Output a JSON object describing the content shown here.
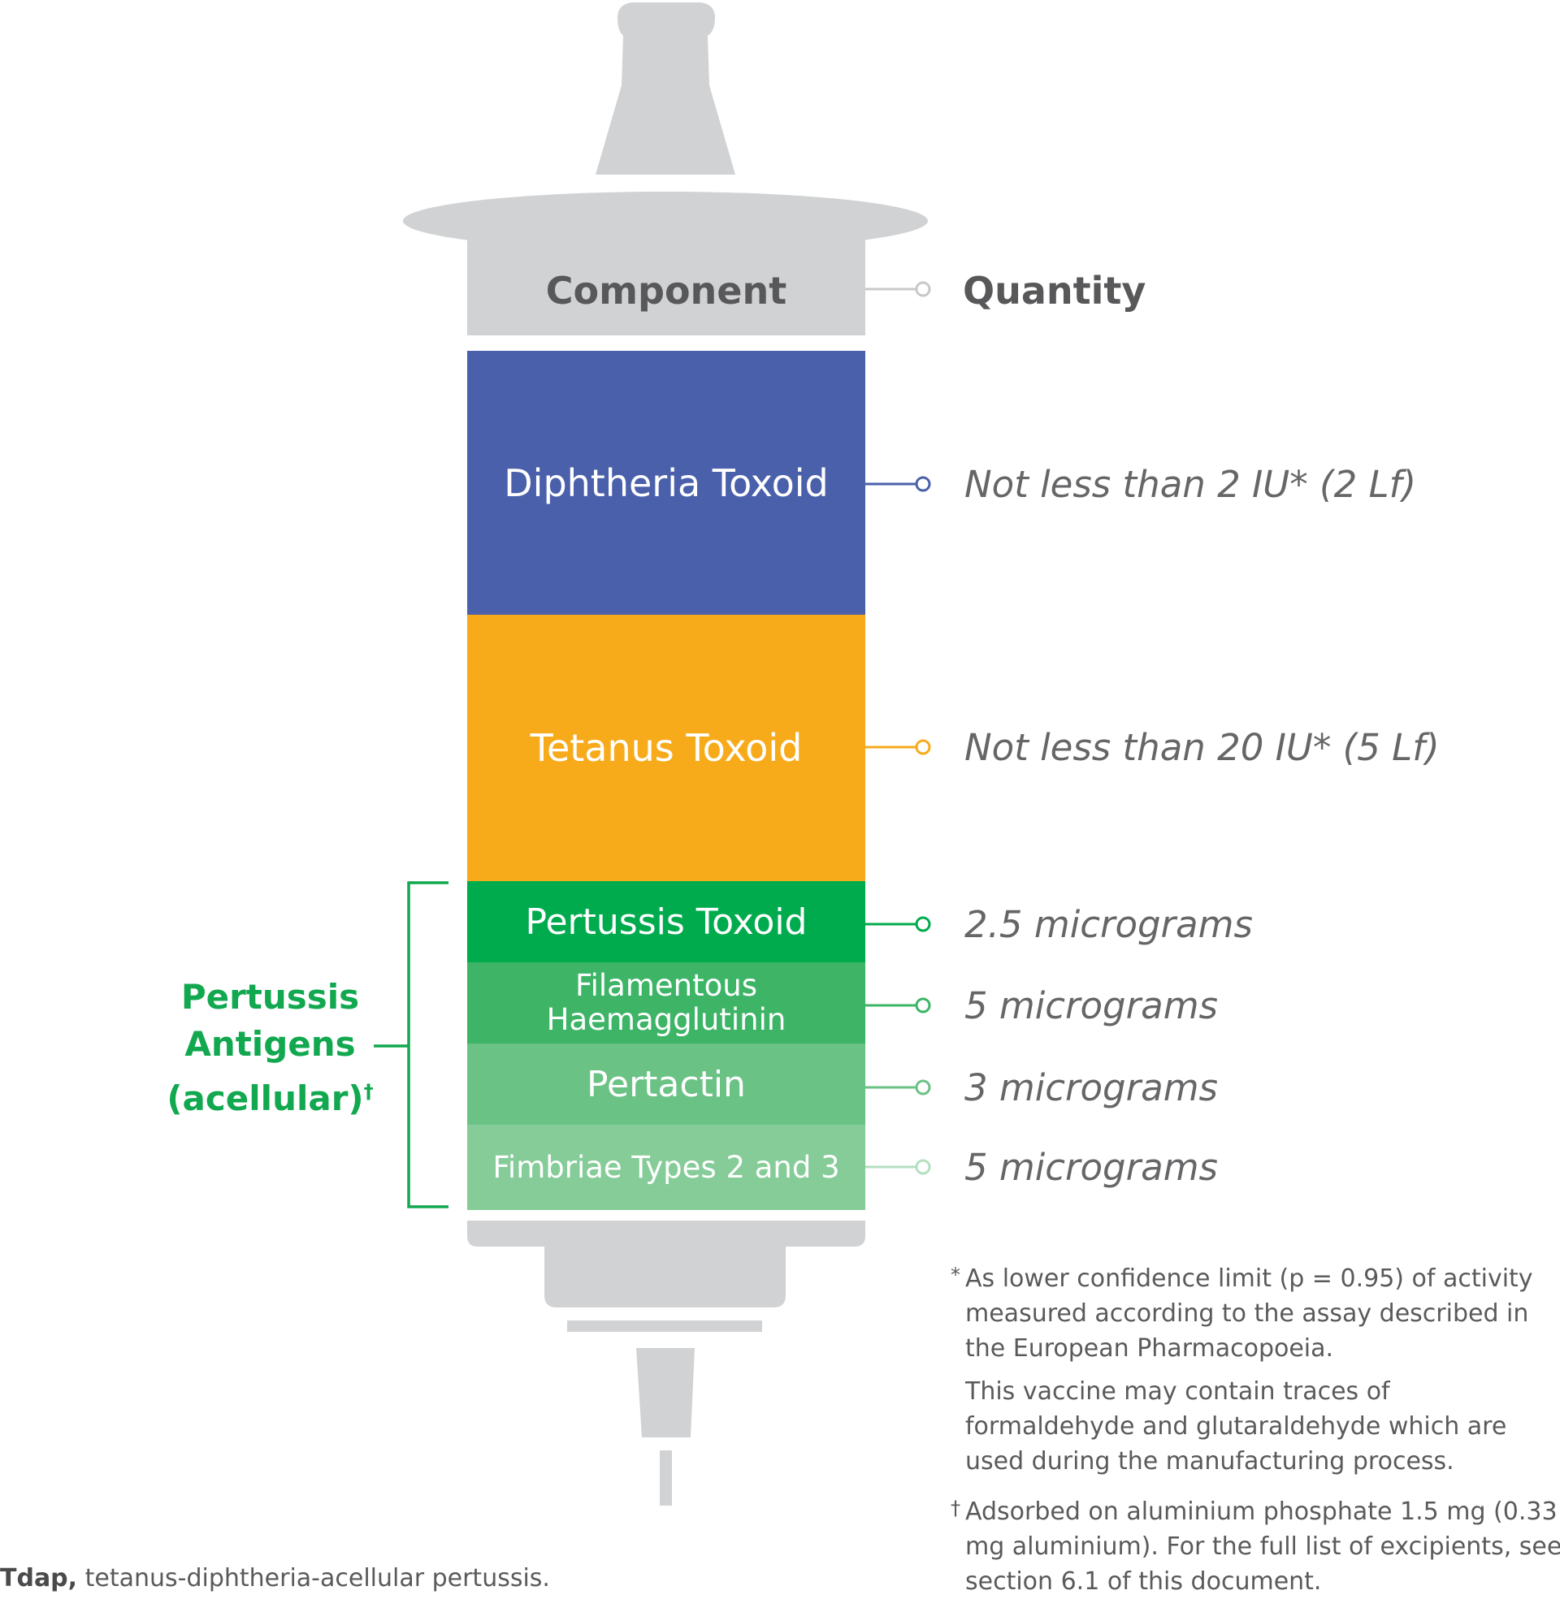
{
  "header": {
    "component_label": "Component",
    "quantity_label": "Quantity"
  },
  "components": [
    {
      "name": "Diphtheria Toxoid",
      "quantity": "Not less than 2 IU* (2 Lf)",
      "color": "#4a60ab"
    },
    {
      "name": "Tetanus Toxoid",
      "quantity": "Not less than 20 IU* (5 Lf)",
      "color": "#f7ab1b"
    },
    {
      "name": "Pertussis Toxoid",
      "quantity": "2.5 micrograms",
      "color": "#00ab4e"
    },
    {
      "name_line1": "Filamentous",
      "name_line2": "Haemagglutinin",
      "quantity": "5 micrograms",
      "color": "#3db466"
    },
    {
      "name": "Pertactin",
      "quantity": "3 micrograms",
      "color": "#6bc285"
    },
    {
      "name": "Fimbriae Types 2 and 3",
      "quantity": "5 micrograms",
      "color": "#86cc98"
    }
  ],
  "group": {
    "line1": "Pertussis",
    "line2": "Antigens",
    "line3": "(acellular)",
    "mark": "†",
    "color": "#11a84f"
  },
  "notes": [
    {
      "mark": "*",
      "text": "As lower confidence limit (p = 0.95) of activity measured according to the assay described in the European Pharmacopoeia."
    },
    {
      "mark": "",
      "text": "This vaccine may contain traces of formaldehyde and glutaraldehyde which are used during the manufacturing process."
    },
    {
      "mark": "†",
      "text": "Adsorbed on aluminium phosphate 1.5 mg (0.33 mg aluminium). For the full list of excipients, see section 6.1 of this document."
    }
  ],
  "caption": {
    "bold": "Tdap,",
    "text": " tetanus-diphtheria-acellular pertussis."
  },
  "colors": {
    "syringe_grey": "#d1d2d4",
    "header_text": "#58585a",
    "quantity_text": "#666668"
  }
}
